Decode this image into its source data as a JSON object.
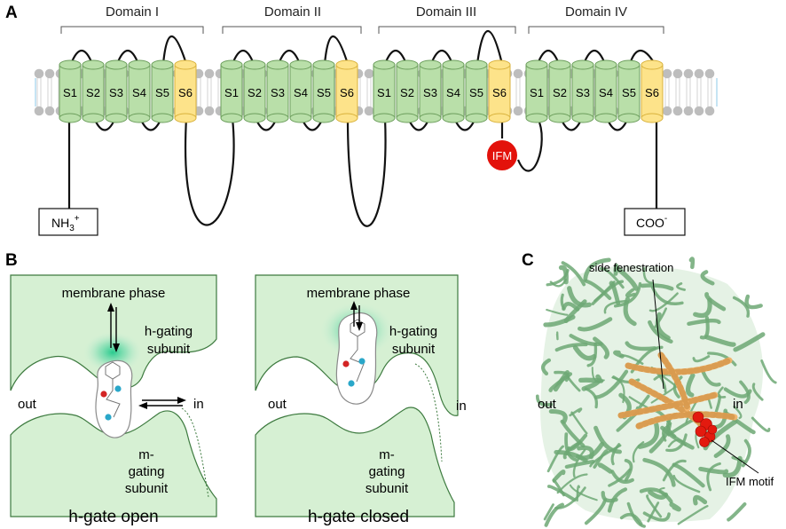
{
  "panels": {
    "a": "A",
    "b": "B",
    "c": "C"
  },
  "panel_a": {
    "domains": [
      "Domain I",
      "Domain II",
      "Domain III",
      "Domain IV"
    ],
    "segments": [
      "S1",
      "S2",
      "S3",
      "S4",
      "S5",
      "S6"
    ],
    "motif": "IFM",
    "n_terminus": {
      "base": "NH",
      "sub": "3",
      "sup": "+"
    },
    "c_terminus": {
      "base": "COO",
      "sup": "-"
    },
    "colors": {
      "segment": "#b9dfa9",
      "s6": "#fde38a",
      "lipid": "#bdbdbd",
      "motif": "#e3120b"
    }
  },
  "panel_b": {
    "open": {
      "membrane": "membrane phase",
      "h_gating_1": "h-gating",
      "h_gating_2": "subunit",
      "m_gating_1": "m-",
      "m_gating_2": "gating",
      "m_gating_3": "subunit",
      "out": "out",
      "in": "in",
      "caption": "h-gate open"
    },
    "closed": {
      "membrane": "membrane phase",
      "h_gating_1": "h-gating",
      "h_gating_2": "subunit",
      "m_gating_1": "m-",
      "m_gating_2": "gating",
      "m_gating_3": "subunit",
      "out": "out",
      "in": "in",
      "caption": "h-gate closed"
    }
  },
  "panel_c": {
    "side_fenestration": "side fenestration",
    "out": "out",
    "in": "in",
    "ifm_motif": "IFM motif",
    "colors": {
      "protein": "#6da874",
      "helix_highlight": "#f2b46a",
      "motif": "#e31a0f"
    }
  }
}
